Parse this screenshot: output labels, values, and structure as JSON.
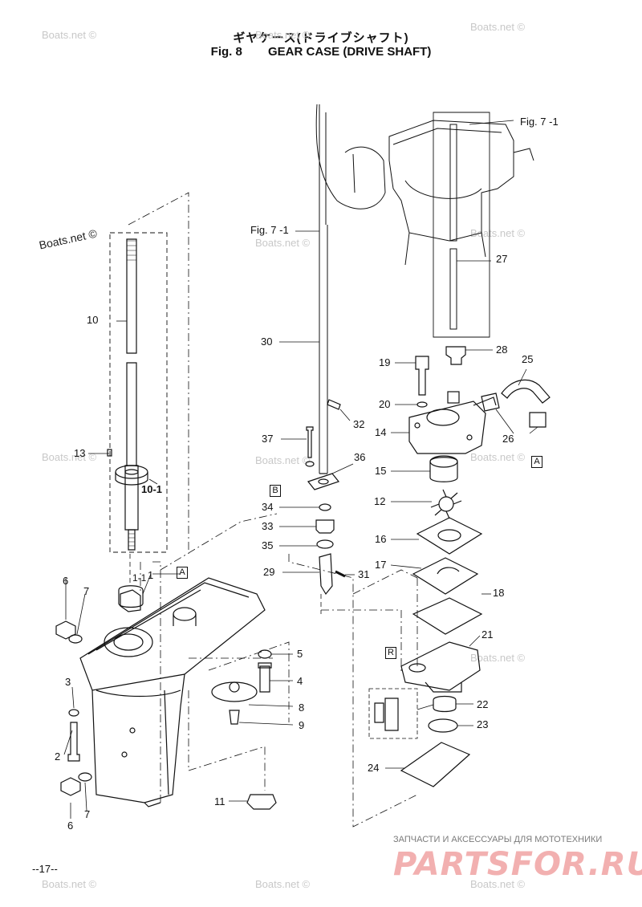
{
  "header": {
    "title_jp": "ギヤケース(ドライブシャフト)",
    "fig_label": "Fig. 8",
    "title_en": "GEAR CASE (DRIVE SHAFT)"
  },
  "watermark": "Boats.net ©",
  "refs": {
    "fig_7_1_top": "Fig. 7 -1",
    "fig_7_1_left": "Fig. 7 -1"
  },
  "boxed_labels": {
    "a": "A",
    "b": "B",
    "r": "R"
  },
  "parts": {
    "p1": "1",
    "p1_1": "1-1",
    "p2": "2",
    "p3": "3",
    "p4": "4",
    "p5": "5",
    "p6a": "6",
    "p6b": "6",
    "p7a": "7",
    "p7b": "7",
    "p8": "8",
    "p9": "9",
    "p10": "10",
    "p10_1": "10-1",
    "p11": "11",
    "p12": "12",
    "p13": "13",
    "p14": "14",
    "p15": "15",
    "p16": "16",
    "p17": "17",
    "p18": "18",
    "p19": "19",
    "p20": "20",
    "p21": "21",
    "p22": "22",
    "p23": "23",
    "p24": "24",
    "p25": "25",
    "p26": "26",
    "p27": "27",
    "p28": "28",
    "p29": "29",
    "p30": "30",
    "p31": "31",
    "p32": "32",
    "p33": "33",
    "p34": "34",
    "p35": "35",
    "p36": "36",
    "p37": "37"
  },
  "footer": {
    "page": "--17--",
    "shop_subtitle": "ЗАПЧАСТИ И АКСЕССУАРЫ ДЛЯ МОТОТЕХНИКИ",
    "shop_logo": "PARTSFOR.RU"
  },
  "colors": {
    "line": "#111111",
    "watermark": "#c8c8c8",
    "logo": "#f2b0b0"
  }
}
